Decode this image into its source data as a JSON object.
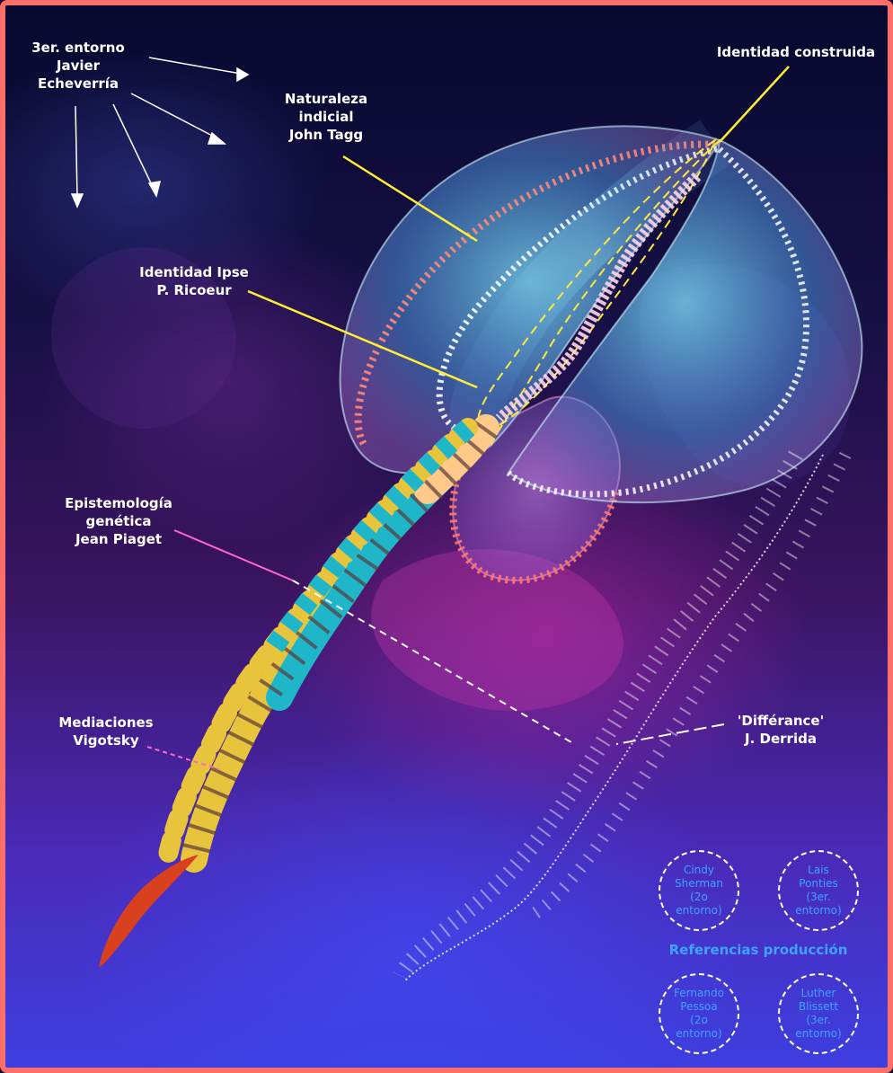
{
  "labels": {
    "javier": [
      "3er. entorno",
      "Javier",
      "Echeverría"
    ],
    "naturaleza": [
      "Naturaleza",
      "indicial",
      "John Tagg"
    ],
    "identidad_construida": "Identidad construida",
    "ipse": [
      "Identidad Ipse",
      "P. Ricoeur"
    ],
    "piaget": [
      "Epistemología",
      "genética",
      "Jean Piaget"
    ],
    "vigotsky": [
      "Mediaciones",
      "Vigotsky"
    ],
    "derrida": [
      "'Différance'",
      "J. Derrida"
    ]
  },
  "references": {
    "title": "Referencias producción",
    "items": [
      "Cindy\nSherman\n(2o\nentorno)",
      "Lais\nPonties\n(3er.\nentorno)",
      "Fernando\nPessoa\n(2o\nentorno)",
      "Luther\nBlissett\n(3er.\nentorno)"
    ]
  },
  "colors": {
    "frame": "#ff6f6a",
    "leader_yellow": "#ffee33",
    "leader_pink": "#ff66cc",
    "reference_text": "#3fa3ff",
    "vertebra_yellow": "#e8c33c",
    "vertebra_teal": "#1fb6c9",
    "vertebra_peach": "#ffc98a",
    "tail_red": "#d8401e"
  }
}
